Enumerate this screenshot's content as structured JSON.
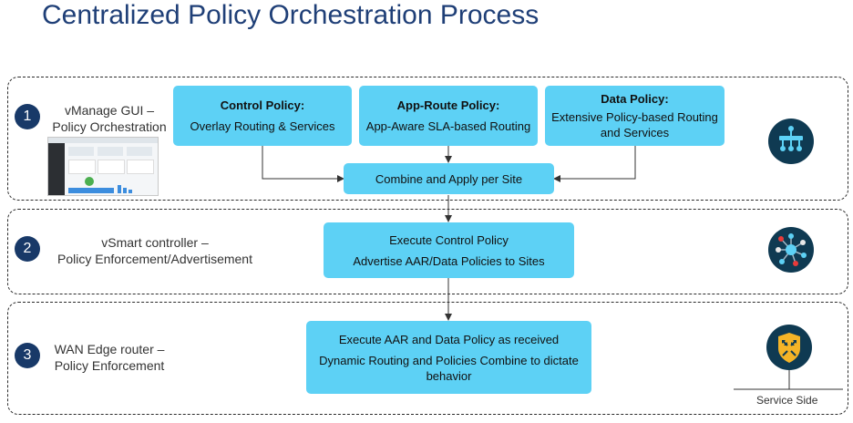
{
  "title": "Centralized Policy Orchestration Process",
  "tiers": [
    {
      "number": "1",
      "label_line1": "vManage GUI –",
      "label_line2": "Policy Orchestration"
    },
    {
      "number": "2",
      "label_line1": "vSmart controller –",
      "label_line2": "Policy Enforcement/Advertisement"
    },
    {
      "number": "3",
      "label_line1": "WAN Edge router –",
      "label_line2": "Policy Enforcement"
    }
  ],
  "policies": {
    "control": {
      "title": "Control Policy:",
      "body": "Overlay Routing & Services"
    },
    "app_route": {
      "title": "App-Route Policy:",
      "body": "App-Aware SLA-based Routing"
    },
    "data": {
      "title": "Data Policy:",
      "body_line1": "Extensive Policy-based Routing",
      "body_line2": "and Services"
    }
  },
  "combine": "Combine and Apply per Site",
  "vsmart_box": {
    "line1": "Execute Control Policy",
    "line2": "Advertise AAR/Data Policies to Sites"
  },
  "wan_box": {
    "line1": "Execute AAR and Data Policy as received",
    "line2": "Dynamic Routing and Policies Combine to dictate",
    "line3": "behavior"
  },
  "service_side": "Service Side",
  "icons": [
    "vmanage-icon",
    "vsmart-icon",
    "wan-edge-router-icon",
    "dashboard-screenshot"
  ],
  "colors": {
    "title": "#1f3f77",
    "box": "#5dd1f5",
    "badge": "#183968",
    "icon_bg": "#0f3a52",
    "router_yellow": "#f5b427"
  }
}
